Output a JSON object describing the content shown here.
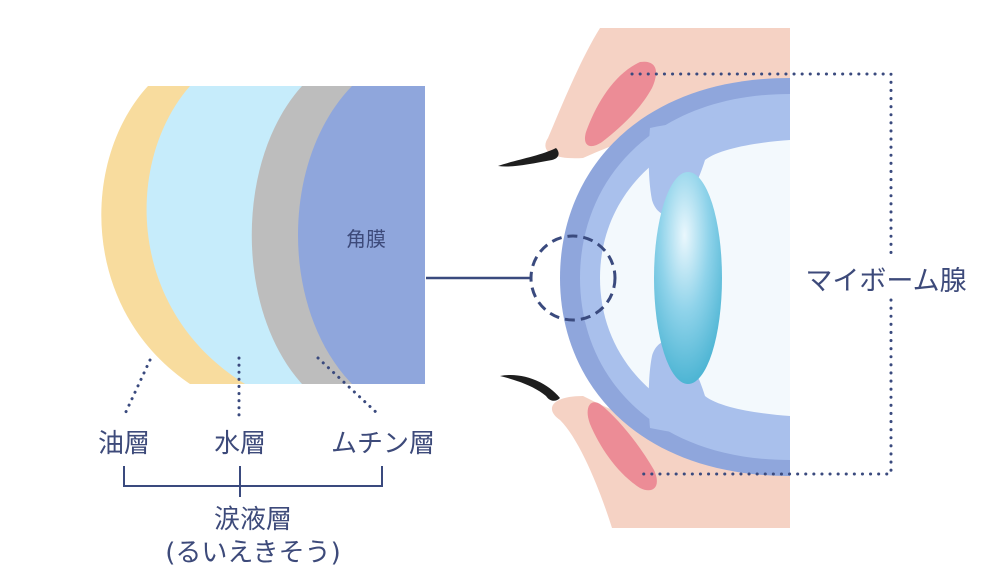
{
  "labels": {
    "cornea": "角膜",
    "oil_layer": "油層",
    "water_layer": "水層",
    "mucin_layer": "ムチン層",
    "tear_film": "涙液層",
    "tear_film_reading": "(るいえきそう)",
    "meibomian_gland": "マイボーム腺"
  },
  "colors": {
    "oil_layer": "#f8dc9e",
    "water_layer": "#c6ecfb",
    "mucin_layer": "#bdbdbd",
    "cornea": "#8fa6dc",
    "line": "#3a4a7e",
    "eyelid_skin": "#f5d2c4",
    "eyelid_gland": "#ec8c96",
    "sclera_outer": "#8fa6dc",
    "eye_inner": "#a9c0ec",
    "eye_interior": "#f3f9fd",
    "lens_center": "#e8f6fc",
    "lens_edge": "#3fb0d0",
    "eyelash": "#1e1e1e"
  }
}
